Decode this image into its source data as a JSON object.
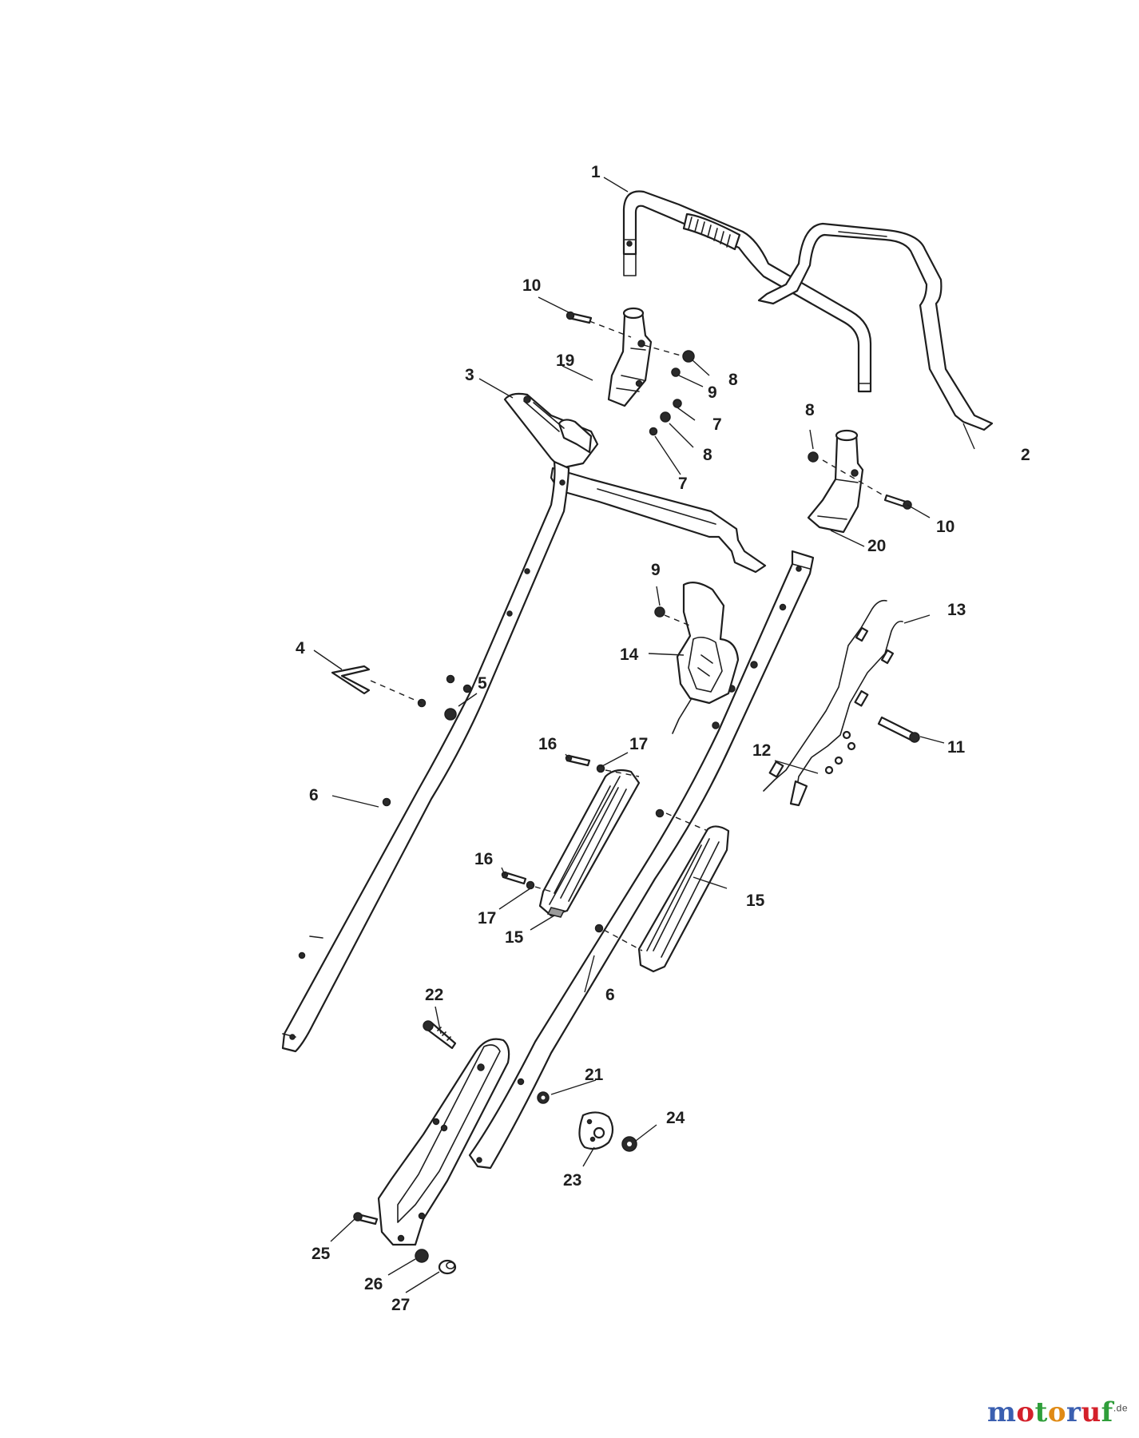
{
  "labels": {
    "l1": "1",
    "l2": "2",
    "l3": "3",
    "l4": "4",
    "l5": "5",
    "l6a": "6",
    "l6b": "6",
    "l7a": "7",
    "l7b": "7",
    "l8a": "8",
    "l8b": "8",
    "l8c": "8",
    "l9a": "9",
    "l9b": "9",
    "l10a": "10",
    "l10b": "10",
    "l11": "11",
    "l12": "12",
    "l13": "13",
    "l14": "14",
    "l15a": "15",
    "l15b": "15",
    "l16a": "16",
    "l16b": "16",
    "l17a": "17",
    "l17b": "17",
    "l19": "19",
    "l20": "20",
    "l21": "21",
    "l22": "22",
    "l23": "23",
    "l24": "24",
    "l25": "25",
    "l26": "26",
    "l27": "27"
  },
  "watermark": {
    "letters": [
      "m",
      "o",
      "t",
      "o",
      "r",
      "u",
      "f"
    ],
    "colors": [
      "#3b5fb0",
      "#d4202a",
      "#2f9e3a",
      "#e08a14",
      "#3b5fb0",
      "#d4202a",
      "#2f9e3a"
    ],
    "tld": ".de"
  }
}
